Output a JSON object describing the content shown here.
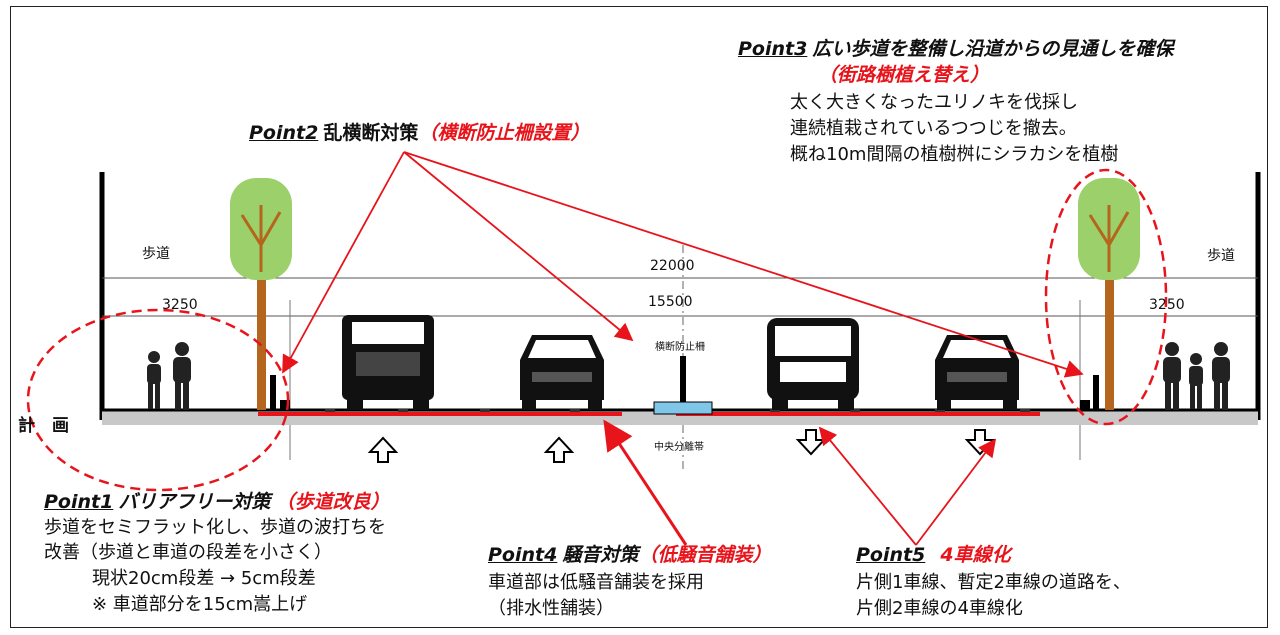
{
  "labels": {
    "sidewalk_left": "歩道",
    "sidewalk_right": "歩道",
    "width_total": "22000",
    "width_road": "15500",
    "width_sidewalk_left": "3250",
    "width_sidewalk_right": "3250",
    "plan": "計　画",
    "fence": "横断防止柵",
    "median": "中央分離帯"
  },
  "point1": {
    "tag": "Point1",
    "title": "バリアフリー対策",
    "highlight": "（歩道改良）",
    "lines": [
      "歩道をセミフラット化し、歩道の波打ちを",
      "改善（歩道と車道の段差を小さく）",
      "現状20cm段差 → 5cm段差",
      "※ 車道部分を15cm嵩上げ"
    ]
  },
  "point2": {
    "tag": "Point2",
    "title": "乱横断対策",
    "highlight": "（横断防止柵設置）"
  },
  "point3": {
    "tag": "Point3",
    "title": "広い歩道を整備し沿道からの見通しを確保",
    "highlight": "（街路樹植え替え）",
    "lines": [
      "太く大きくなったユリノキを伐採し",
      "連続植栽されているつつじを撤去。",
      "概ね10m間隔の植樹桝にシラカシを植樹"
    ]
  },
  "point4": {
    "tag": "Point4",
    "title": "騒音対策",
    "highlight": "（低騒音舗装）",
    "lines": [
      "車道部は低騒音舗装を採用",
      "（排水性舗装）"
    ]
  },
  "point5": {
    "tag": "Point5",
    "highlight": "4車線化",
    "lines": [
      "片側1車線、暫定2車線の道路を、",
      "片側2車線の4車線化"
    ]
  },
  "colors": {
    "accent_red": "#e8141b",
    "tree_green": "#9bd06a",
    "trunk": "#b5651d",
    "road_grey": "#c8c8c8",
    "median_blue": "#7fc6e8"
  }
}
